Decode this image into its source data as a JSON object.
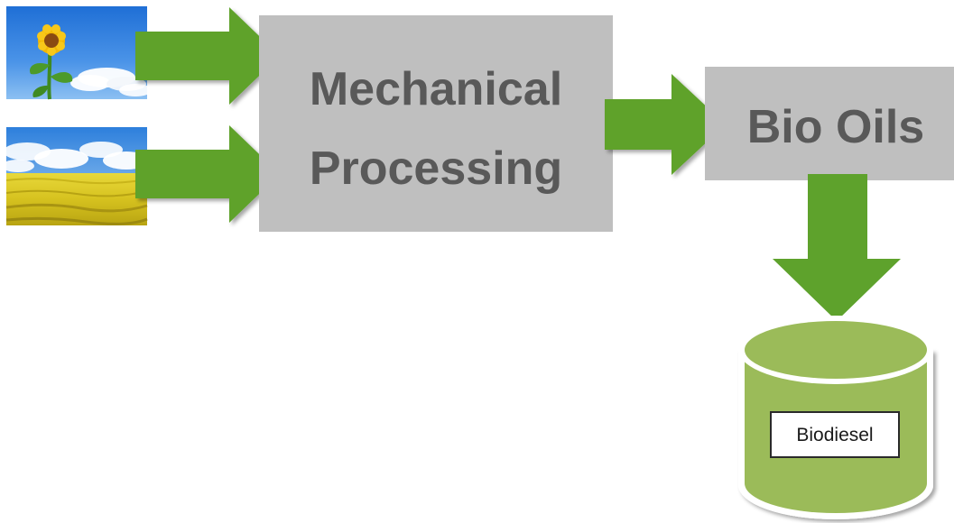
{
  "processing_box": {
    "line1": "Mechanical",
    "line2": "Processing"
  },
  "oils_box": {
    "label": "Bio Oils"
  },
  "storage": {
    "label": "Biodiesel"
  },
  "colors": {
    "arrow": "#5ea22c",
    "box": "#bfbfbf",
    "box_text": "#595959",
    "cylinder_body": "#9bbb59",
    "cylinder_rim": "#ffffff"
  }
}
